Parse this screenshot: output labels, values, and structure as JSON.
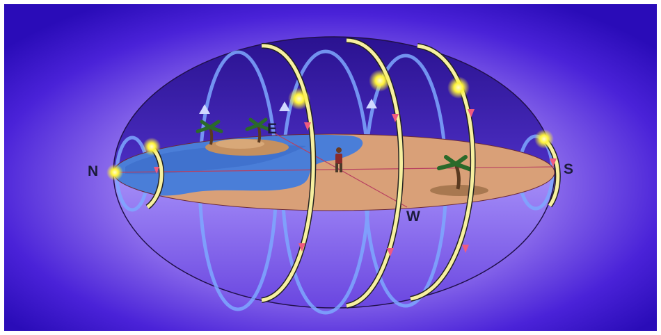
{
  "compass": {
    "north": "N",
    "south": "S",
    "east": "E",
    "west": "W"
  },
  "colors": {
    "background_outer": "#3010c8",
    "background_inner": "#c8b0ff",
    "sky_dome_top": "#2a1190",
    "ground_land": "#d9a078",
    "ground_water": "#4a7ed8",
    "star_path_front": "#f2e870",
    "star_path_back": "#7aa8ff",
    "star": "#fff43a",
    "direction_arrow": "#e85a78"
  },
  "icons": [
    "palm-tree-icon",
    "observer-person-icon",
    "star-icon",
    "direction-arrow-icon"
  ]
}
